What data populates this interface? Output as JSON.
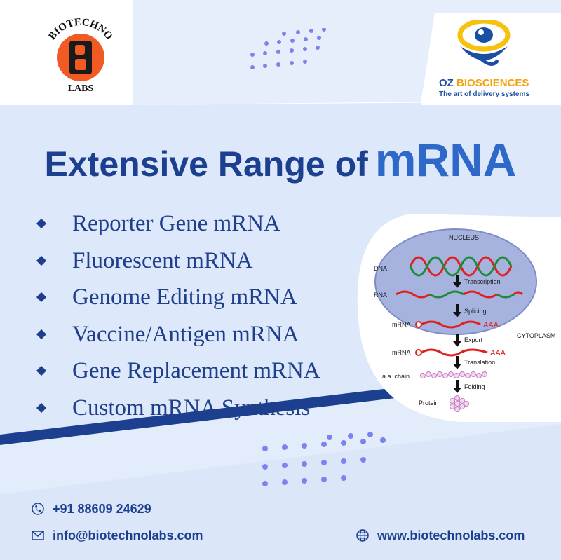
{
  "brand": {
    "logo_arc_text": "BIOTECHNO",
    "logo_letter": "B",
    "logo_bottom_text": "LABS"
  },
  "partner": {
    "name_part1": "OZ",
    "name_part2": "BIOSCIENCES",
    "tagline": "The art of delivery systems"
  },
  "headline": {
    "part1": "Extensive Range of",
    "part2": "mRNA"
  },
  "products": [
    "Reporter Gene mRNA",
    "Fluorescent mRNA",
    "Genome Editing mRNA",
    "Vaccine/Antigen mRNA",
    "Gene Replacement mRNA",
    "Custom mRNA Synthesis"
  ],
  "diagram": {
    "nucleus": "NUCLEUS",
    "cytoplasm": "CYTOPLASM",
    "dna": "DNA",
    "rna": "RNA",
    "mrna_1": "mRNA",
    "mrna_2": "mRNA",
    "aa_chain": "a.a. chain",
    "protein": "Protein",
    "transcription": "Transcription",
    "splicing": "Splicing",
    "export": "Export",
    "translation": "Translation",
    "folding": "Folding",
    "poly_a_1": "AAA",
    "poly_a_2": "AAA"
  },
  "contact": {
    "phone": "+91 88609 24629",
    "email": "info@biotechnolabs.com",
    "website": "www.biotechnolabs.com"
  },
  "colors": {
    "navy": "#1d3f8f",
    "accent_blue": "#2e68c8",
    "light_bg": "#dde8fa",
    "dot": "#7b84ee",
    "logo_orange": "#f15a22",
    "oz_yellow": "#f6c20e"
  },
  "icons": [
    "phone-icon",
    "email-icon",
    "globe-icon"
  ]
}
